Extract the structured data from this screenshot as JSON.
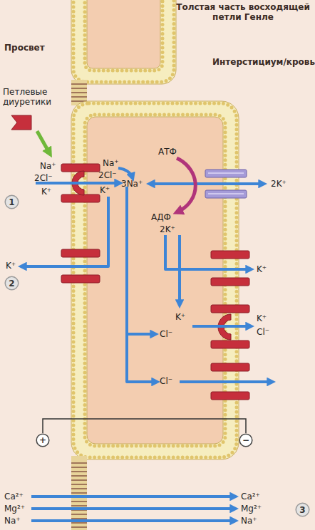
{
  "diagram": {
    "title": "Толстая часть восходящей петли Генле",
    "nodes": [
      {
        "text": [
          "1"
        ]
      },
      {
        "text": [
          "2"
        ]
      },
      {
        "text": [
          "+"
        ]
      },
      {
        "text": [
          "−"
        ]
      },
      {
        "text": [
          "3"
        ]
      }
    ],
    "edges": [
      {
        "from": 2,
        "to": 3,
        "arrow": "none"
      }
    ],
    "labels": [
      "Просвет",
      "Интерстициум/кровь",
      "Петлевые диуретики",
      "Na⁺",
      "2Cl⁻",
      "K⁺",
      "Na⁺",
      "2Cl⁻",
      "K⁺",
      "АТФ",
      "3Na⁺",
      "2K⁺",
      "АДФ",
      "2K⁺",
      "K⁺",
      "K⁺",
      "K⁺",
      "K⁺",
      "Cl⁻",
      "Cl⁻",
      "Cl⁻",
      "Ca²⁺",
      "Mg²⁺",
      "Na⁺",
      "Ca²⁺",
      "Mg²⁺",
      "Na⁺"
    ]
  }
}
